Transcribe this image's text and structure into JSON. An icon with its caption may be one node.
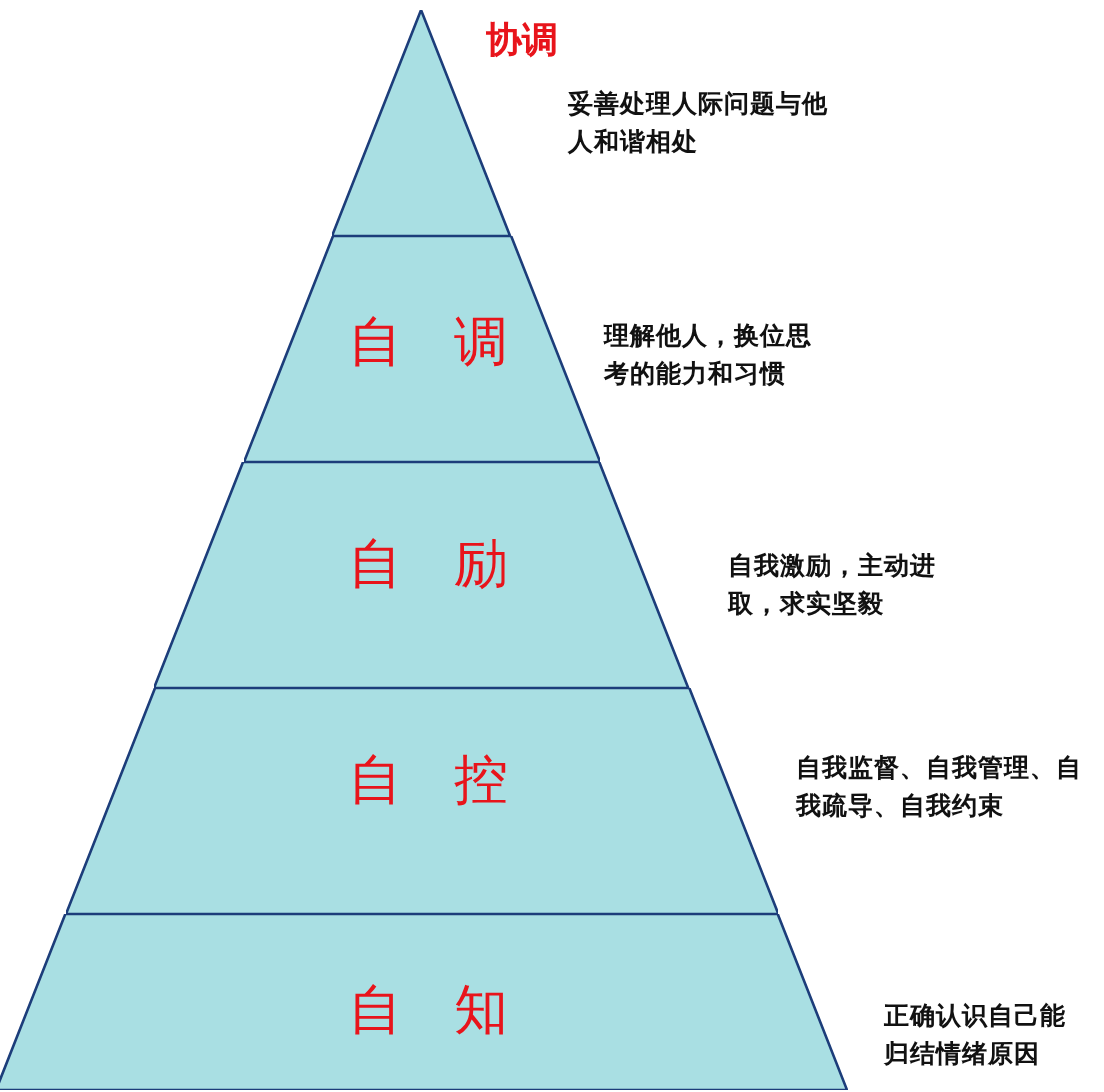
{
  "diagram": {
    "nodes": [
      {
        "text": [
          "协调"
        ],
        "beside": [
          "妥善处理人际问题与他人和谐相处"
        ]
      },
      {
        "text": [
          "自调"
        ],
        "beside": [
          "理解他人，换位思考的能力和习惯"
        ]
      },
      {
        "text": [
          "自励"
        ],
        "beside": [
          "自我激励，主动进取，求实坚毅"
        ]
      },
      {
        "text": [
          "自控"
        ],
        "beside": [
          "自我监督、自我管理、自我疏导、自我约束"
        ]
      },
      {
        "text": [
          "自知"
        ],
        "beside": [
          "正确认识自己能归结情绪原因"
        ]
      }
    ]
  }
}
